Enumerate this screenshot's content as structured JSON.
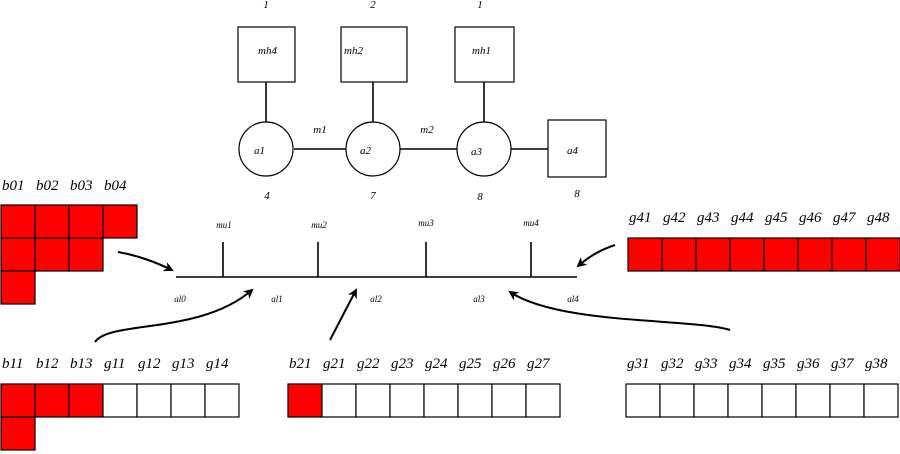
{
  "colors": {
    "filled": "#ff0000",
    "empty": "#ffffff",
    "stroke": "#000000"
  },
  "top_numbers": [
    "1",
    "2",
    "1"
  ],
  "hosts": [
    {
      "label": "mh4",
      "count": "1"
    },
    {
      "label": "mh2",
      "count": "2"
    },
    {
      "label": "mh1",
      "count": "1"
    }
  ],
  "nodes": [
    {
      "label": "a1",
      "number": "4"
    },
    {
      "label": "a2",
      "number": "7"
    },
    {
      "label": "a3",
      "number": "8"
    },
    {
      "label": "a4",
      "number": "8"
    }
  ],
  "links": [
    "m1",
    "m2"
  ],
  "axis": {
    "ticks": [
      "mu1",
      "mu2",
      "mu3",
      "mu4"
    ],
    "segments": [
      "al0",
      "al1",
      "al2",
      "al3",
      "al4"
    ]
  },
  "group_b0": {
    "labels": [
      "b01",
      "b02",
      "b03",
      "b04"
    ],
    "rows": [
      [
        1,
        1,
        1,
        1
      ],
      [
        1,
        1,
        1,
        0
      ],
      [
        1,
        0,
        0,
        0
      ]
    ]
  },
  "group_g4": {
    "labels": [
      "g41",
      "g42",
      "g43",
      "g44",
      "g45",
      "g46",
      "g47",
      "g48"
    ],
    "cells": [
      1,
      1,
      1,
      1,
      1,
      1,
      1,
      1
    ]
  },
  "group_b1g1": {
    "labels": [
      "b11",
      "b12",
      "b13",
      "g11",
      "g12",
      "g13",
      "g14"
    ],
    "cells": [
      1,
      1,
      1,
      0,
      0,
      0,
      0
    ],
    "extra_below": [
      1
    ]
  },
  "group_b2g2": {
    "labels": [
      "b21",
      "g21",
      "g22",
      "g23",
      "g24",
      "g25",
      "g26",
      "g27"
    ],
    "cells": [
      1,
      0,
      0,
      0,
      0,
      0,
      0,
      0
    ]
  },
  "group_g3": {
    "labels": [
      "g31",
      "g32",
      "g33",
      "g34",
      "g35",
      "g36",
      "g37",
      "g38"
    ],
    "cells": [
      0,
      0,
      0,
      0,
      0,
      0,
      0,
      0
    ]
  }
}
